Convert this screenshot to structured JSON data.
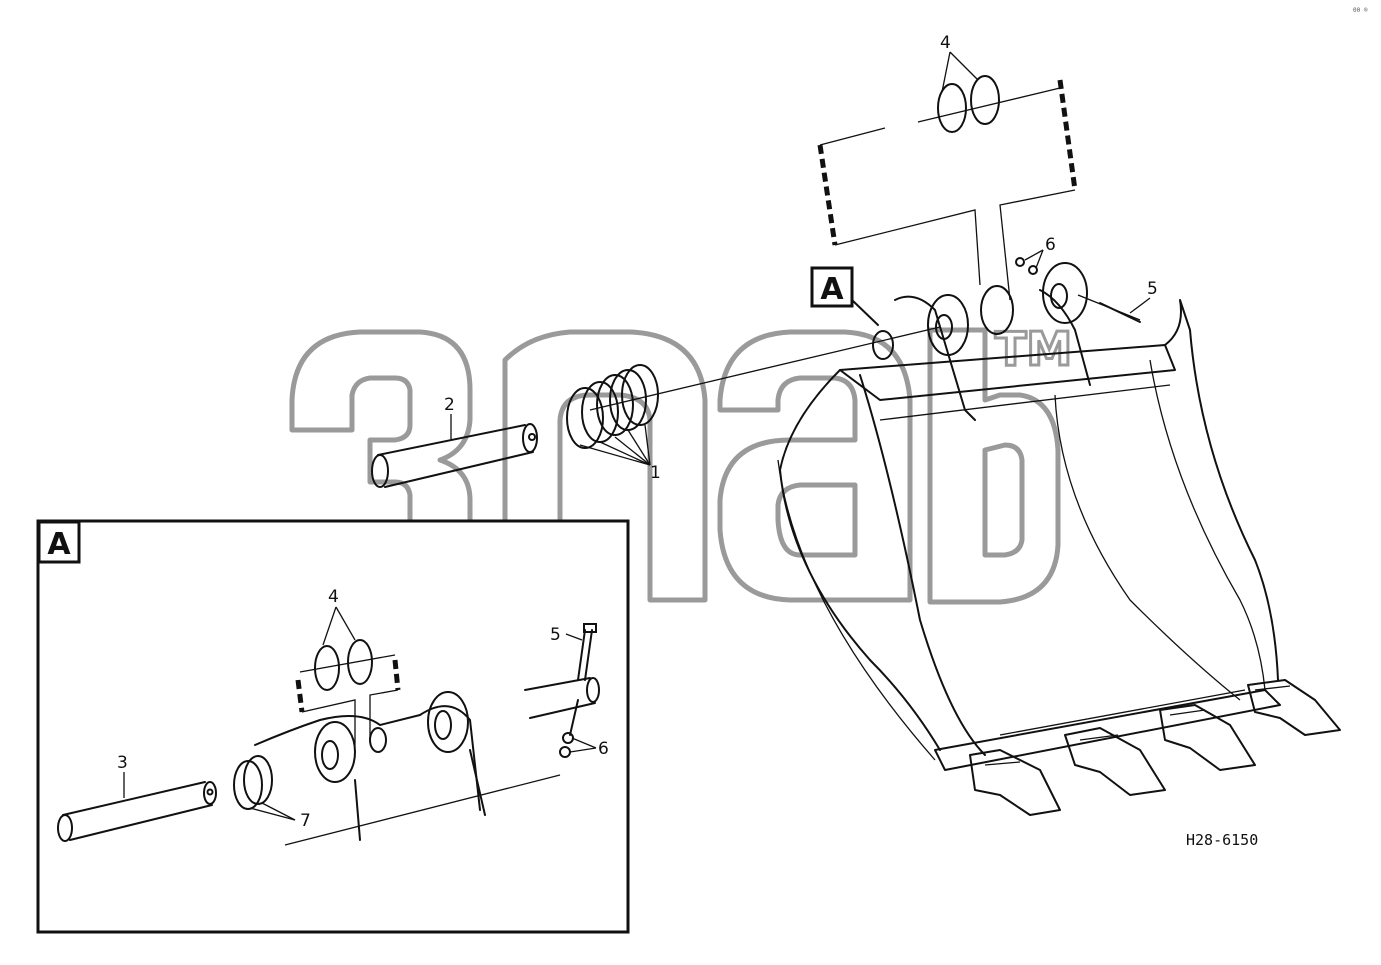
{
  "drawing_code": "H28-6150",
  "corner_code": "00 ®",
  "watermark": {
    "trademark": "TM"
  },
  "detail_box": {
    "label": "A"
  },
  "main_view": {
    "detail_flag": "A"
  },
  "callouts": {
    "main": {
      "c1": "1",
      "c2": "2",
      "c4": "4",
      "c5": "5",
      "c6": "6"
    },
    "detail": {
      "c3": "3",
      "c4": "4",
      "c5": "5",
      "c6": "6",
      "c7": "7"
    }
  }
}
